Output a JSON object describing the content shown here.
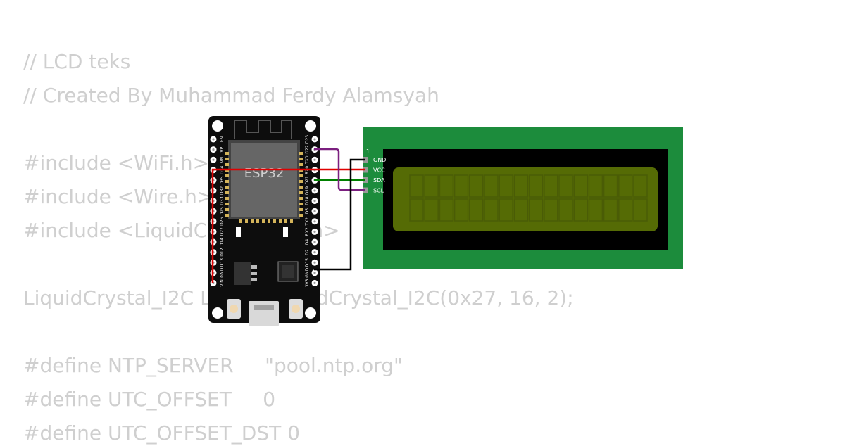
{
  "code": {
    "lines": [
      "// LCD teks",
      "// Created By Muhammad Ferdy Alamsyah",
      "",
      "#include <WiFi.h>",
      "#include <Wire.h>",
      "#include <LiquidCrystal_I2C.h>",
      "",
      "LiquidCrystal_I2C LCD = LiquidCrystal_I2C(0x27, 16, 2);",
      "",
      "#define NTP_SERVER     \"pool.ntp.org\"",
      "#define UTC_OFFSET     0",
      "#define UTC_OFFSET_DST 0"
    ]
  },
  "esp32": {
    "label": "ESP32",
    "left_pins": [
      "EN",
      "VP",
      "VN",
      "D34",
      "D35",
      "D32",
      "D33",
      "D25",
      "D26",
      "D27",
      "D14",
      "D12",
      "D13",
      "GND",
      "VIN"
    ],
    "right_pins": [
      "D23",
      "D22",
      "TX0",
      "RX0",
      "D21",
      "D19",
      "D18",
      "D5",
      "TX2",
      "RX2",
      "D4",
      "D2",
      "D15",
      "GND",
      "3V3"
    ]
  },
  "lcd": {
    "pin_number": "1",
    "pins": [
      "GND",
      "VCC",
      "SDA",
      "SCL"
    ],
    "colors": {
      "board": "#1c8c3c",
      "bezel": "#000000",
      "screen": "#556b05"
    }
  },
  "wires": {
    "gnd_color": "#000000",
    "vcc_color": "#e00000",
    "sda_color": "#008000",
    "scl_color": "#7b1f7f"
  }
}
